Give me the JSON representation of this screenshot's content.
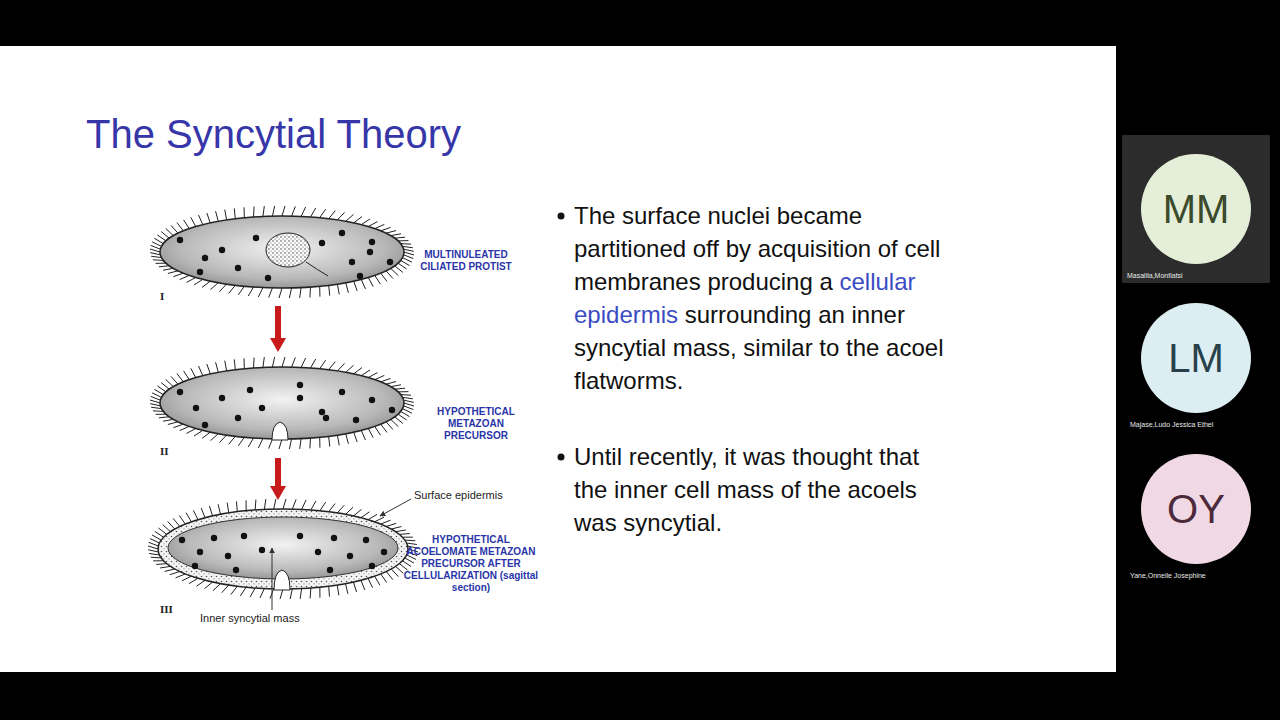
{
  "diagram": {
    "title": "The Syncytial Theory",
    "nodes": [
      {
        "text": [
          "MM"
        ]
      },
      {
        "text": [
          "LM"
        ]
      },
      {
        "text": [
          "OY"
        ]
      }
    ],
    "labels": [
      "MULTINULEATED CILIATED PROTIST",
      "I",
      "HYPOTHETICAL METAZOAN PRECURSOR",
      "II",
      "Surface epidermis",
      "HYPOTHETICAL ACOELOMATE METAZOAN PRECURSOR AFTER CELLULARIZATION (sagittal section)",
      "III",
      "Inner syncytial mass",
      "The surface nuclei became partitioned off by acquisition of cell membranes producing a",
      "cellular epidermis",
      "surrounding an inner syncytial mass, similar to the acoel flatworms.",
      "Until recently, it was thought that the inner cell mass of the acoels was syncytial.",
      "Masalila,Montlatsi",
      "Majase,Ludo Jessica Ethel",
      "Yane,Onneile Josephine"
    ]
  }
}
